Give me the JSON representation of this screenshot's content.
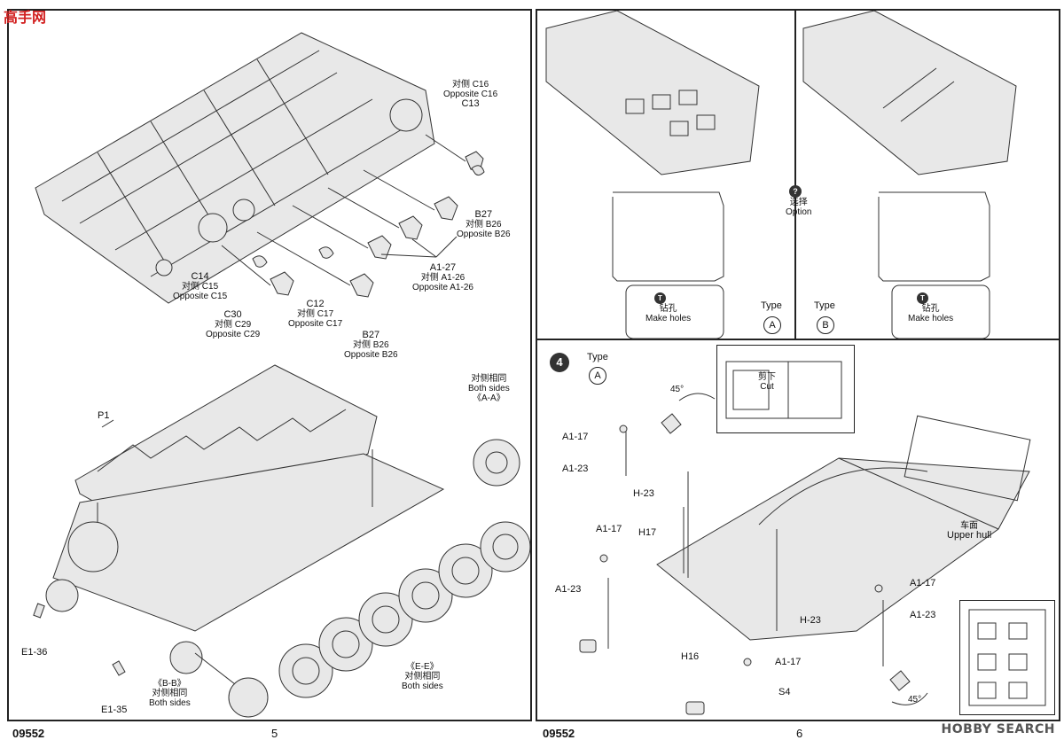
{
  "logo": {
    "text": "高手网"
  },
  "watermark": {
    "text": "HOBBY SEARCH"
  },
  "left_page": {
    "page_code": "09552",
    "page_number": "5",
    "labels": {
      "c16": [
        "对侧 C16",
        "Opposite C16",
        "C13"
      ],
      "b27_top": [
        "B27",
        "对侧 B26",
        "Opposite B26"
      ],
      "a127": [
        "A1-27",
        "对侧 A1-26",
        "Opposite A1-26"
      ],
      "c14": [
        "C14",
        "对侧 C15",
        "Opposite C15"
      ],
      "c12": [
        "C12",
        "对侧 C17",
        "Opposite C17"
      ],
      "c30": [
        "C30",
        "对侧 C29",
        "Opposite C29"
      ],
      "b27_bottom": [
        "B27",
        "对侧 B26",
        "Opposite B26"
      ],
      "aa": [
        "对侧相同",
        "Both sides",
        "《A-A》"
      ],
      "p1": "P1",
      "e136": "E1-36",
      "e135": "E1-35",
      "bb": [
        "《B-B》",
        "对侧相同",
        "Both sides"
      ],
      "ee": [
        "《E-E》",
        "对侧相同",
        "Both sides"
      ]
    }
  },
  "right_page": {
    "page_code": "09552",
    "page_number": "6",
    "option": {
      "mark": "?",
      "zh": "选择",
      "en": "Option"
    },
    "holes_a": {
      "zh": "钻孔",
      "en": "Make holes"
    },
    "holes_b": {
      "zh": "钻孔",
      "en": "Make holes"
    },
    "type_a_top": {
      "label": "Type",
      "letter": "A"
    },
    "type_b_top": {
      "label": "Type",
      "letter": "B"
    },
    "step4": {
      "number": "4",
      "type_label": "Type",
      "type_letter": "A"
    },
    "cut": {
      "zh": "剪下",
      "en": "Cut"
    },
    "angle_top": "45°",
    "angle_bottom": "45°",
    "labels": {
      "a117_1": "A1-17",
      "a123_1": "A1-23",
      "h23_1": "H-23",
      "h17": "H17",
      "a117_2": "A1-17",
      "a123_2": "A1-23",
      "upper_hull": [
        "车面",
        "Upper hull"
      ],
      "a117_3": "A1-17",
      "a123_3": "A1-23",
      "h23_2": "H-23",
      "h16": "H16",
      "a117_4": "A1-17",
      "s4": "S4"
    }
  }
}
